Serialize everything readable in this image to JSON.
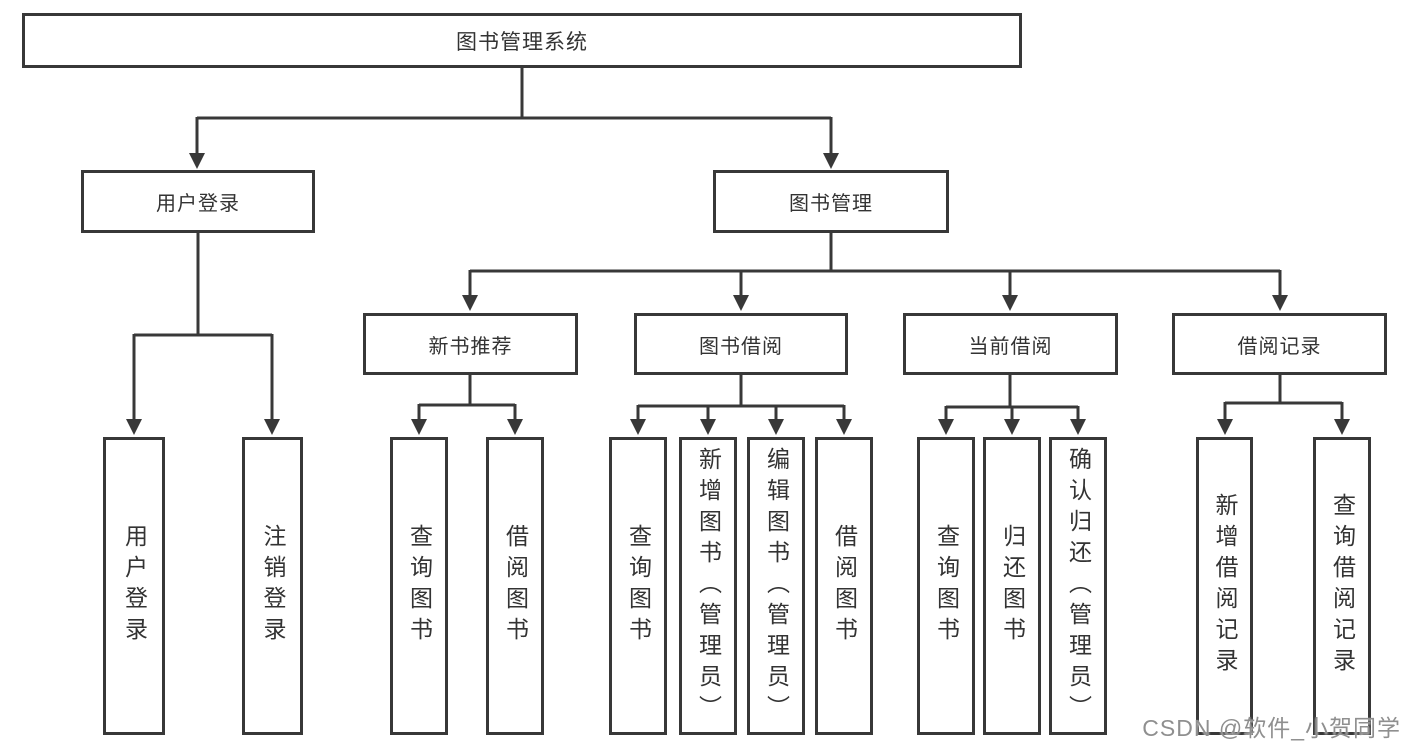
{
  "diagram": {
    "root": {
      "label": "图书管理系统",
      "children": [
        {
          "label": "用户登录",
          "children": [
            {
              "label": "用户登录"
            },
            {
              "label": "注销登录"
            }
          ]
        },
        {
          "label": "图书管理",
          "children": [
            {
              "label": "新书推荐",
              "children": [
                {
                  "label": "查询图书"
                },
                {
                  "label": "借阅图书"
                }
              ]
            },
            {
              "label": "图书借阅",
              "children": [
                {
                  "label": "查询图书"
                },
                {
                  "label": "新增图书（管理员）"
                },
                {
                  "label": "编辑图书（管理员）"
                },
                {
                  "label": "借阅图书"
                }
              ]
            },
            {
              "label": "当前借阅",
              "children": [
                {
                  "label": "查询图书"
                },
                {
                  "label": "归还图书"
                },
                {
                  "label": "确认归还（管理员）"
                }
              ]
            },
            {
              "label": "借阅记录",
              "children": [
                {
                  "label": "新增借阅记录"
                },
                {
                  "label": "查询借阅记录"
                }
              ]
            }
          ]
        }
      ]
    }
  },
  "watermark": {
    "text": "CSDN @软件_小贺同学"
  },
  "colors": {
    "line": "#383838",
    "box_border": "#383838",
    "text": "#333333",
    "background": "#ffffff",
    "watermark": "#8f8f8f"
  }
}
